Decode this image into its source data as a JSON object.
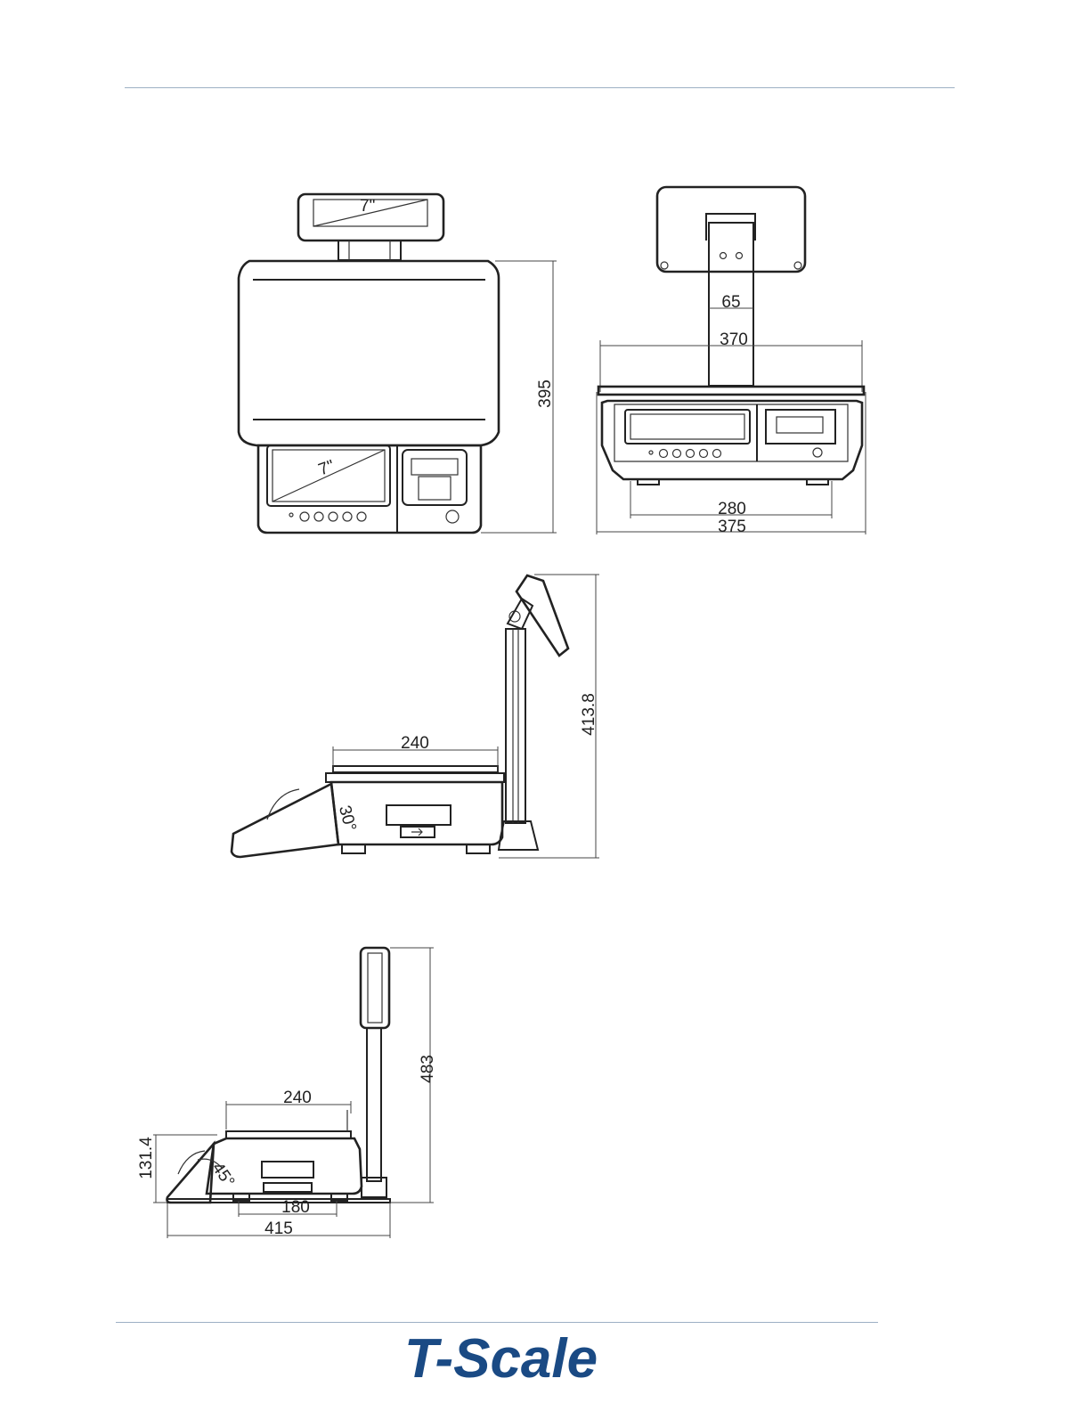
{
  "logo": {
    "text": "T-Scale",
    "color": "#1a4a84"
  },
  "views": {
    "front": {
      "screen_label": "7\"",
      "top_display_label": "7\"",
      "height": "395"
    },
    "rear": {
      "pole_width": "65",
      "platter_width": "370",
      "feet_span": "280",
      "overall_width": "375"
    },
    "side_30": {
      "platter_depth": "240",
      "angle": "30°",
      "height": "413.8"
    },
    "side_45": {
      "platter_depth": "240",
      "angle": "45°",
      "height": "483",
      "body_height": "131.4",
      "feet_span": "180",
      "overall_depth": "415"
    }
  },
  "colors": {
    "line": "#222222",
    "rule": "#9db0c4"
  }
}
